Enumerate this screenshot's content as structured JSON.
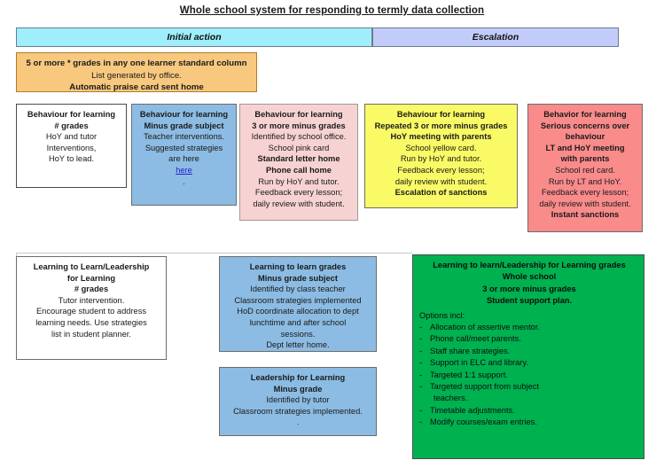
{
  "title": "Whole school system for responding to termly data collection",
  "phases": {
    "initial": "Initial action",
    "escalation": "Escalation"
  },
  "praise_box": {
    "lines": [
      {
        "text": "5 or more * grades in any one learner standard column",
        "bold": true
      },
      {
        "text": "List generated by office.",
        "bold": false
      },
      {
        "text": "Automatic praise card sent home",
        "bold": true
      }
    ]
  },
  "behaviour_cards": [
    {
      "id": "behaviour-hash-grades",
      "lines": [
        {
          "text": "Behaviour for learning",
          "bold": true
        },
        {
          "text": "# grades",
          "bold": true
        },
        {
          "text": "HoY and tutor",
          "bold": false
        },
        {
          "text": "Interventions,",
          "bold": false
        },
        {
          "text": "HoY to lead.",
          "bold": false
        }
      ]
    },
    {
      "id": "behaviour-minus-grade-subject",
      "lines": [
        {
          "text": "Behaviour for learning",
          "bold": true
        },
        {
          "text": "Minus grade subject",
          "bold": true
        },
        {
          "text": "Teacher interventions.",
          "bold": false
        },
        {
          "text": "Suggested strategies",
          "bold": false
        },
        {
          "text": "are here",
          "bold": false
        },
        {
          "text": "here",
          "bold": false,
          "link": true
        },
        {
          "text": ".",
          "bold": false
        }
      ]
    },
    {
      "id": "behaviour-three-or-more-minus",
      "lines": [
        {
          "text": "Behaviour for learning",
          "bold": true
        },
        {
          "text": "3 or more minus grades",
          "bold": true
        },
        {
          "text": "Identified by school office.",
          "bold": false
        },
        {
          "text": "School pink card",
          "bold": false
        },
        {
          "text": "Standard letter home",
          "bold": true
        },
        {
          "text": "Phone call home",
          "bold": true
        },
        {
          "text": "Run by HoY and tutor.",
          "bold": false
        },
        {
          "text": "Feedback every lesson;",
          "bold": false
        },
        {
          "text": "daily review with student.",
          "bold": false
        }
      ]
    },
    {
      "id": "behaviour-repeated-three-or-more-minus",
      "lines": [
        {
          "text": "Behaviour for learning",
          "bold": true
        },
        {
          "text": "Repeated 3 or more minus grades",
          "bold": true
        },
        {
          "text": "HoY meeting with parents",
          "bold": true
        },
        {
          "text": "School yellow card.",
          "bold": false
        },
        {
          "text": "Run by HoY and tutor.",
          "bold": false
        },
        {
          "text": "Feedback every lesson;",
          "bold": false
        },
        {
          "text": "daily review with student.",
          "bold": false
        },
        {
          "text": "Escalation of sanctions",
          "bold": true
        }
      ]
    },
    {
      "id": "behaviour-serious-concerns",
      "lines": [
        {
          "text": "Behavior for learning",
          "bold": true
        },
        {
          "text": "Serious concerns over",
          "bold": true
        },
        {
          "text": "behaviour",
          "bold": true
        },
        {
          "text": "LT and HoY meeting",
          "bold": true
        },
        {
          "text": "with parents",
          "bold": true
        },
        {
          "text": "School red card.",
          "bold": false
        },
        {
          "text": "Run by LT and HoY.",
          "bold": false
        },
        {
          "text": "Feedback every lesson;",
          "bold": false
        },
        {
          "text": "daily review with student.",
          "bold": false
        },
        {
          "text": "Instant sanctions",
          "bold": true
        }
      ]
    }
  ],
  "learning_cards": [
    {
      "id": "learning-to-learn-hash-grades",
      "lines": [
        {
          "text": "Learning to Learn/Leadership",
          "bold": true
        },
        {
          "text": "for Learning",
          "bold": true
        },
        {
          "text": "# grades",
          "bold": true
        },
        {
          "text": "Tutor intervention.",
          "bold": false
        },
        {
          "text": "Encourage student to address",
          "bold": false
        },
        {
          "text": "learning needs.  Use strategies",
          "bold": false
        },
        {
          "text": "list in student planner.",
          "bold": false
        }
      ]
    },
    {
      "id": "learning-to-learn-minus-grade-subject",
      "lines": [
        {
          "text": "Learning to learn grades",
          "bold": true
        },
        {
          "text": "Minus grade subject",
          "bold": true
        },
        {
          "text": "Identified by class teacher",
          "bold": false
        },
        {
          "text": "Classroom strategies implemented",
          "bold": false
        },
        {
          "text": "HoD coordinate allocation to dept",
          "bold": false
        },
        {
          "text": "lunchtime and after school",
          "bold": false
        },
        {
          "text": "sessions.",
          "bold": false
        },
        {
          "text": "Dept letter home.",
          "bold": false
        }
      ]
    },
    {
      "id": "leadership-for-learning-minus-grade",
      "lines": [
        {
          "text": "Leadership for Learning",
          "bold": true
        },
        {
          "text": "Minus grade",
          "bold": true
        },
        {
          "text": "Identified by tutor",
          "bold": false
        },
        {
          "text": "Classroom strategies implemented.",
          "bold": false
        },
        {
          "text": ".",
          "bold": false
        }
      ]
    }
  ],
  "support_plan": {
    "headings": [
      "Learning to learn/Leadership for Learning grades",
      "Whole school",
      "3 or more minus grades",
      "Student support plan."
    ],
    "options_label": "Options incl:",
    "options": [
      {
        "text": "Allocation of assertive mentor.",
        "continuation": false
      },
      {
        "text": "Phone call/meet parents.",
        "continuation": false
      },
      {
        "text": "Staff share strategies.",
        "continuation": false
      },
      {
        "text": "Support in ELC and library.",
        "continuation": false
      },
      {
        "text": "Targeted 1:1 support.",
        "continuation": false
      },
      {
        "text": "Targeted support from subject",
        "continuation": false
      },
      {
        "text": "teachers.",
        "continuation": true
      },
      {
        "text": "Timetable adjustments.",
        "continuation": false
      },
      {
        "text": "Modify courses/exam entries.",
        "continuation": false
      }
    ],
    "bullet_marker": "-"
  },
  "colors": {
    "initial_bar": "#9EEFFB",
    "escalation_bar": "#C2CCFA",
    "praise": "#F7C87E",
    "blue": "#8CBCE3",
    "pink": "#F7D2D2",
    "yellow": "#FAFA66",
    "salmon": "#F98B8B",
    "green": "#00B14F",
    "white": "#FFFFFF"
  }
}
